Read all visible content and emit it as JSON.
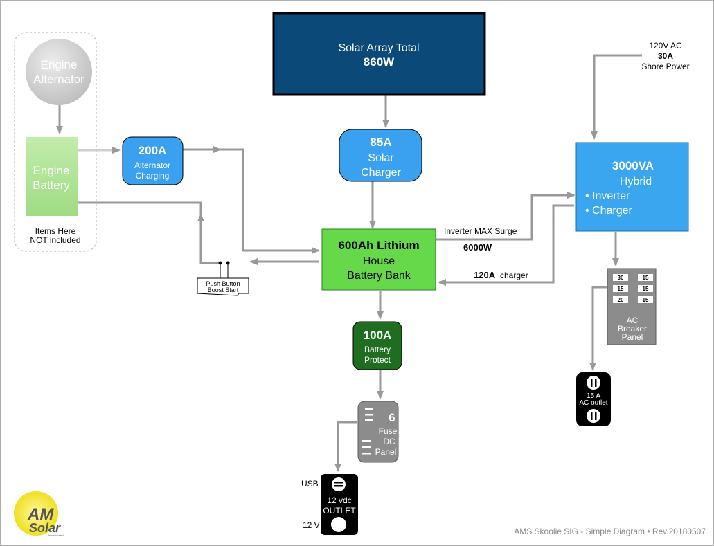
{
  "solar_array": {
    "line1": "Solar Array Total",
    "line2": "860W"
  },
  "engine_alternator": {
    "line1": "Engine",
    "line2": "Alternator"
  },
  "engine_battery": {
    "line1": "Engine",
    "line2": "Battery"
  },
  "not_included": {
    "line1": "Items Here",
    "line2": "NOT included"
  },
  "alternator_charging": {
    "amps": "200A",
    "line1": "Alternator",
    "line2": "Charging"
  },
  "solar_charger": {
    "amps": "85A",
    "line1": "Solar",
    "line2": "Charger"
  },
  "shore_power": {
    "line1": "120V AC",
    "line2": "30A",
    "line3": "Shore Power"
  },
  "inverter": {
    "rating": "3000VA",
    "line1": "Hybrid",
    "line2": "• Inverter",
    "line3": "• Charger"
  },
  "battery_bank": {
    "title": "600Ah Lithium",
    "line1": "House",
    "line2": "Battery Bank"
  },
  "inverter_surge": {
    "label": "Inverter MAX Surge",
    "value": "6000W"
  },
  "charger_rate": {
    "value": "120A",
    "label": "charger"
  },
  "push_button": {
    "line1": "Push Button",
    "line2": "Boost Start"
  },
  "battery_protect": {
    "amps": "100A",
    "line1": "Battery",
    "line2": "Protect"
  },
  "breaker_panel": {
    "breakers": [
      [
        "30",
        "15"
      ],
      [
        "15",
        "15"
      ],
      [
        "20",
        "15"
      ]
    ],
    "line1": "AC",
    "line2": "Breaker",
    "line3": "Panel"
  },
  "ac_outlet": {
    "line1": "15 A",
    "line2": "AC outlet"
  },
  "fuse_panel": {
    "count": "6",
    "line1": "Fuse",
    "line2": "DC",
    "line3": "Panel"
  },
  "dc_outlet": {
    "usb_label": "USB ->",
    "v12_label": "12 V ->",
    "line1": "12 vdc",
    "line2": "OUTLET"
  },
  "logo": {
    "line1": "AM",
    "line2": "Solar",
    "tagline": "Incorporated"
  },
  "footer": {
    "text": "AMS Skoolie SIG - Simple Diagram • Rev.20180507"
  },
  "colors": {
    "solar_array": "#0b4a78",
    "charger_blue": "#3aa0f0",
    "inverter_blue": "#3aa6ef",
    "battery_green": "#66d94a",
    "protect_green": "#1f6e1f",
    "connector_gray": "#999999",
    "panel_gray": "#8c8c8c"
  }
}
